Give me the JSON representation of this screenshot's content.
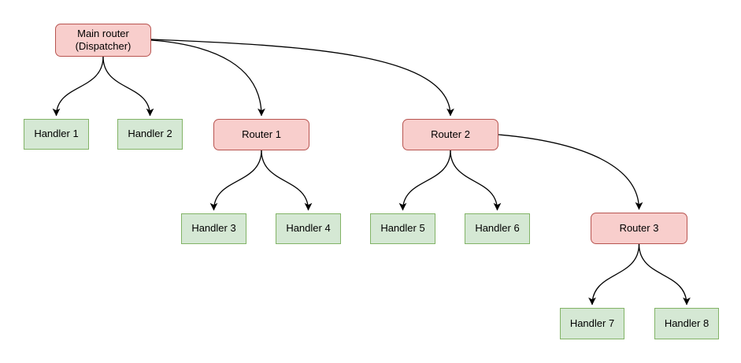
{
  "diagram": {
    "type": "tree-flowchart",
    "background": "#ffffff",
    "colors": {
      "router_fill": "#f8cecc",
      "router_border": "#b85450",
      "handler_fill": "#d5e8d4",
      "handler_border": "#82b366",
      "edge_stroke": "#000000",
      "text": "#000000"
    },
    "nodes": {
      "main_router": {
        "label": "Main router\n(Dispatcher)",
        "type": "router"
      },
      "handler1": {
        "label": "Handler 1",
        "type": "handler"
      },
      "handler2": {
        "label": "Handler 2",
        "type": "handler"
      },
      "router1": {
        "label": "Router 1",
        "type": "router"
      },
      "router2": {
        "label": "Router 2",
        "type": "router"
      },
      "handler3": {
        "label": "Handler 3",
        "type": "handler"
      },
      "handler4": {
        "label": "Handler 4",
        "type": "handler"
      },
      "handler5": {
        "label": "Handler 5",
        "type": "handler"
      },
      "handler6": {
        "label": "Handler 6",
        "type": "handler"
      },
      "router3": {
        "label": "Router 3",
        "type": "router"
      },
      "handler7": {
        "label": "Handler 7",
        "type": "handler"
      },
      "handler8": {
        "label": "Handler 8",
        "type": "handler"
      }
    },
    "edges": [
      {
        "from": "Main router (Dispatcher)",
        "to": "Handler 1"
      },
      {
        "from": "Main router (Dispatcher)",
        "to": "Handler 2"
      },
      {
        "from": "Main router (Dispatcher)",
        "to": "Router 1"
      },
      {
        "from": "Main router (Dispatcher)",
        "to": "Router 2"
      },
      {
        "from": "Router 1",
        "to": "Handler 3"
      },
      {
        "from": "Router 1",
        "to": "Handler 4"
      },
      {
        "from": "Router 2",
        "to": "Handler 5"
      },
      {
        "from": "Router 2",
        "to": "Handler 6"
      },
      {
        "from": "Router 2",
        "to": "Router 3"
      },
      {
        "from": "Router 3",
        "to": "Handler 7"
      },
      {
        "from": "Router 3",
        "to": "Handler 8"
      }
    ]
  }
}
